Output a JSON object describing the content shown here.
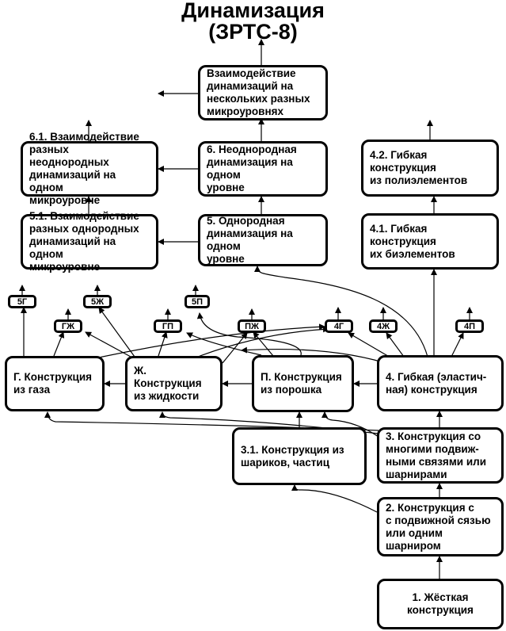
{
  "title": {
    "line1": "Динамизация",
    "line2": "(ЗРТС-8)"
  },
  "boxes": {
    "interaction_multi": "Взаимодействие\nдинамизаций на\nнескольких разных\nмикроуровнях",
    "b6_1": "6.1. Взаимодействие\nразных неоднородных\nдинамизаций на одном\nмикроуровне",
    "b6": "6. Неоднородная\nдинамизация на одном\nуровне",
    "b4_2": "4.2. Гибкая конструкция\nиз полиэлементов",
    "b5_1": "5.1. Взаимодействие\nразных однородных\nдинамизаций на одном\nмикроуровне",
    "b5": "5. Однородная\nдинамизация на одном\nуровне",
    "b4_1": "4.1. Гибкая конструкция\nих биэлементов",
    "g": "Г. Конструкция\nиз газа",
    "zh": "Ж. Конструкция\nиз жидкости",
    "p": "П. Конструкция\nиз порошка",
    "b4": "4. Гибкая (эластич-\nная) конструкция",
    "b3_1": "3.1. Конструкция из\nшариков, частиц",
    "b3": "3. Конструкция со\nмногими подвиж-\nными связями или\nшарнирами",
    "b2": "2. Конструкция с\nс подвижной сязью\nили одним шарниром",
    "b1": "1. Жёсткая\nконструкция"
  },
  "tags": {
    "t5g": "5Г",
    "t5zh": "5Ж",
    "t5p": "5П",
    "tgzh": "ГЖ",
    "tgp": "ГП",
    "tpzh": "ПЖ",
    "t4g": "4Г",
    "t4zh": "4Ж",
    "t4p": "4П"
  }
}
